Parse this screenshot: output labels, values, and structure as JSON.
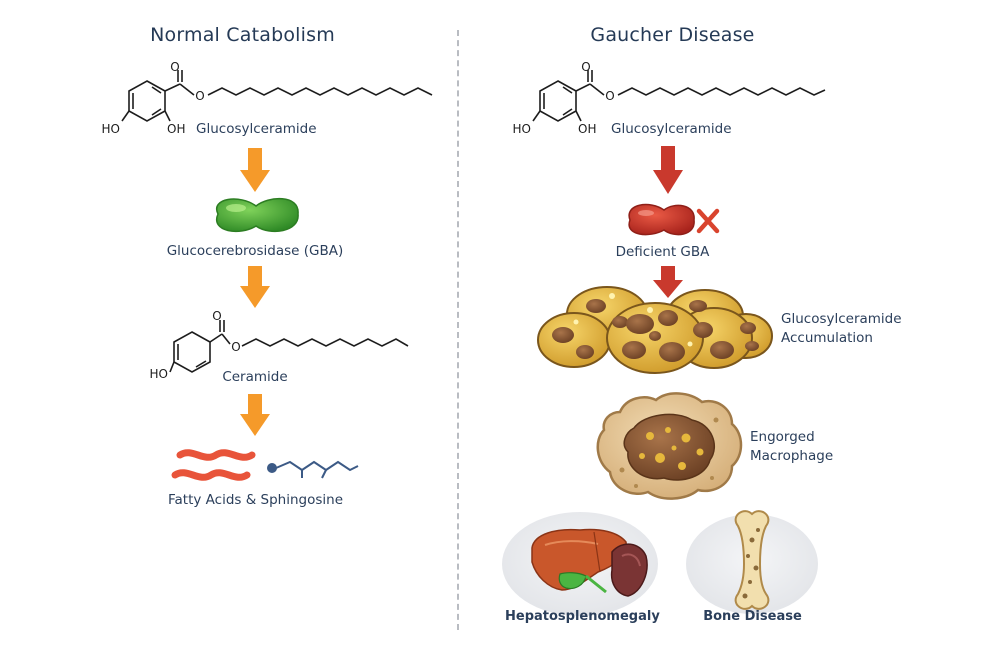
{
  "panels": {
    "normal": {
      "title": "Normal Catabolism",
      "labels": {
        "substrate": "Glucosylceramide",
        "enzyme": "Glucocerebrosidase (GBA)",
        "product": "Ceramide",
        "final": "Fatty Acids & Sphingosine"
      }
    },
    "disease": {
      "title": "Gaucher Disease",
      "labels": {
        "substrate": "Glucosylceramide",
        "enzyme": "Deficient GBA",
        "accumulation_line1": "Glucosylceramide",
        "accumulation_line2": "Accumulation",
        "macrophage_line1": "Engorged",
        "macrophage_line2": "Macrophage",
        "organ": "Hepatosplenomegaly",
        "bone": "Bone Disease"
      }
    }
  },
  "molecule_atoms": {
    "oxygen": "O",
    "hydroxyl_left": "HO",
    "hydroxyl_right": "OH"
  },
  "colors": {
    "normal_arrow": "#f59a2a",
    "disease_arrow": "#c9392d",
    "enzyme_normal": "#4aa536",
    "enzyme_deficient": "#c8352b",
    "x_mark": "#d9442e",
    "lipid_cell": "#e3b53c",
    "lipid_inclusion": "#8a5a33",
    "macrophage": "#e6c79a",
    "fatty_acid": "#e8543a",
    "sphingosine": "#3c5a86",
    "liver": "#c9572b",
    "spleen": "#7a3434",
    "gallbladder": "#4bb542",
    "bone": "#f2dfae",
    "text": "#2b3f5b"
  },
  "icons": [
    "arrow-down-icon",
    "enzyme-icon",
    "x-mark-icon",
    "lipid-cell-icon",
    "macrophage-icon",
    "liver-icon",
    "spleen-icon",
    "bone-icon"
  ]
}
